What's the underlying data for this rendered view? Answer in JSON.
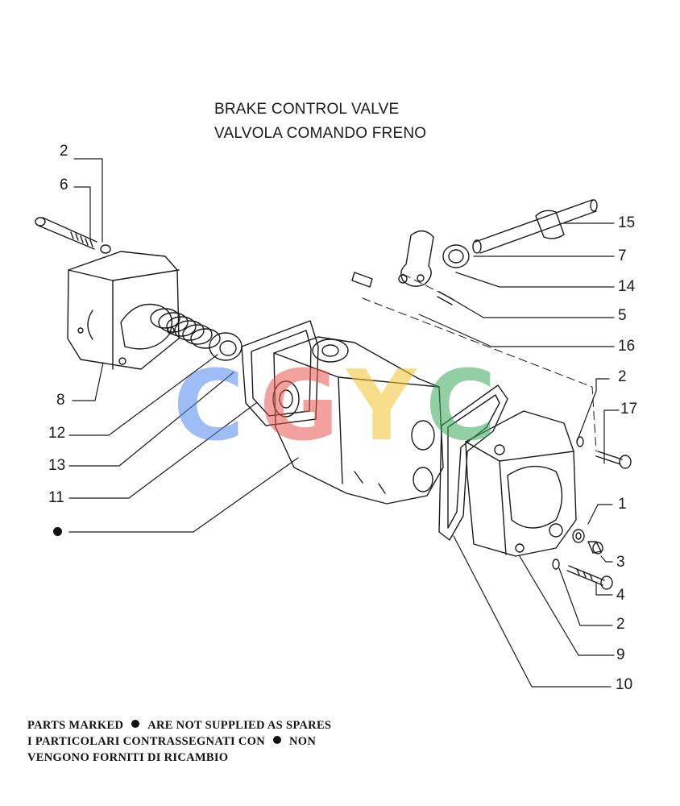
{
  "title": {
    "line1": "BRAKE CONTROL VALVE",
    "line2": "VALVOLA COMANDO FRENO"
  },
  "callouts": {
    "c2_top": "2",
    "c6": "6",
    "c8": "8",
    "c12": "12",
    "c13": "13",
    "c11": "11",
    "c15": "15",
    "c7": "7",
    "c14": "14",
    "c5": "5",
    "c16": "16",
    "c2_right": "2",
    "c17": "17",
    "c1": "1",
    "c3": "3",
    "c4": "4",
    "c2_bottom": "2",
    "c9": "9",
    "c10": "10"
  },
  "footnote": {
    "line1_a": "PARTS MARKED",
    "line1_b": "ARE NOT SUPPLIED AS SPARES",
    "line2_a": "I PARTICOLARI CONTRASSEGNATI CON",
    "line2_b": "NON",
    "line3": "VENGONO FORNITI DI RICAMBIO"
  },
  "watermark": {
    "letters": [
      "C",
      "G",
      "Y",
      "C"
    ],
    "colors": [
      "#4f86f0",
      "#e8574f",
      "#f4c430",
      "#3aa85a"
    ]
  }
}
